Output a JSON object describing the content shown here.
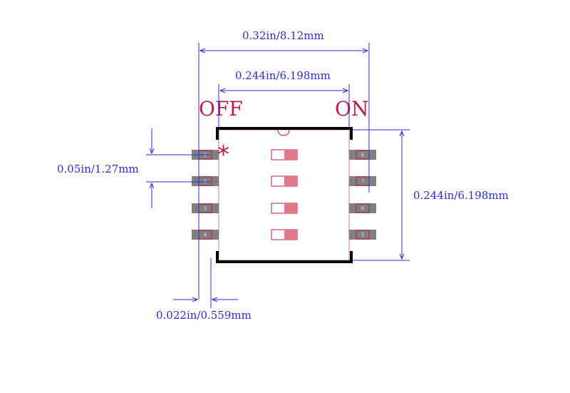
{
  "dimensions": {
    "overall_width": "0.32in/8.12mm",
    "body_width": "0.244in/6.198mm",
    "body_height": "0.244in/6.198mm",
    "pitch": "0.05in/1.27mm",
    "pad_width": "0.022in/0.559mm"
  },
  "labels": {
    "off": "OFF",
    "on": "ON",
    "pin1_marker": "*"
  },
  "pins": {
    "left": [
      "1",
      "2",
      "3",
      "4"
    ],
    "right": [
      "8",
      "7",
      "6",
      "5"
    ]
  },
  "switch_count": 4,
  "colors": {
    "dimension": "#2b2bd6",
    "label": "#c0184a",
    "switch_fill": "#e07888",
    "pad": "#808080",
    "outline": "#000000"
  }
}
